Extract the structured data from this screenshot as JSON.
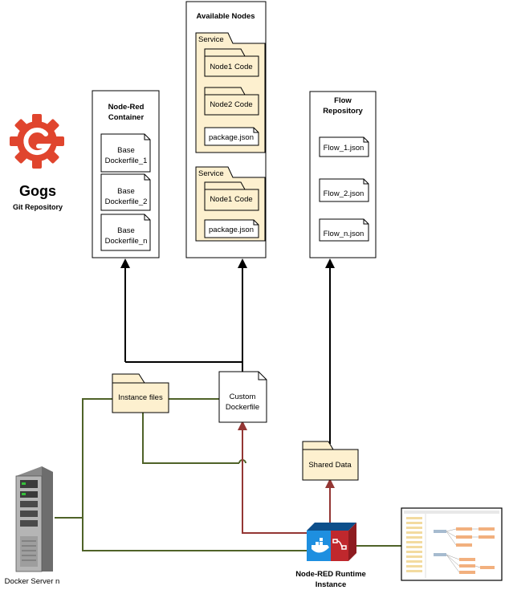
{
  "gogs": {
    "name": "Gogs",
    "subtitle": "Git Repository",
    "brand_color": "#e0452e"
  },
  "containers": {
    "node_red": {
      "title_line1": "Node-Red",
      "title_line2": "Container"
    },
    "available_nodes": {
      "title": "Available Nodes"
    },
    "flow_repo": {
      "title_line1": "Flow",
      "title_line2": "Repository"
    }
  },
  "base_dockerfiles": [
    {
      "line1": "Base",
      "line2": "Dockerfile_1"
    },
    {
      "line1": "Base",
      "line2": "Dockerfile_2"
    },
    {
      "line1": "Base",
      "line2": "Dockerfile_n"
    }
  ],
  "services": [
    {
      "label": "Service",
      "items": [
        "Node1 Code",
        "Node2 Code"
      ],
      "package": "package.json"
    },
    {
      "label": "Service",
      "items": [
        "Node1 Code"
      ],
      "package": "package.json"
    }
  ],
  "flows": [
    "Flow_1.json",
    "Flow_2.json",
    "Flow_n.json"
  ],
  "instance_files": "Instance files",
  "custom_dockerfile": {
    "line1": "Custom",
    "line2": "Dockerfile"
  },
  "shared_data": "Shared Data",
  "runtime": {
    "line1": "Node-RED Runtime",
    "line2": "Instance"
  },
  "docker_server": "Docker Server n",
  "colors": {
    "folder_fill": "#fdf0cf",
    "line_green": "#4f6228",
    "line_red": "#943634",
    "docker_blue": "#1e8fe0",
    "runtime_red": "#c0282d"
  }
}
